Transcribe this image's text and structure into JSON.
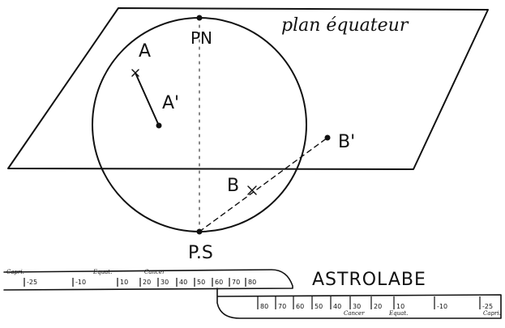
{
  "labels": {
    "plane": "plan équateur",
    "north_pole": "PN",
    "south_pole": "P.S",
    "point_a": "A",
    "point_a_proj": "A'",
    "point_b": "B",
    "point_b_proj": "B'",
    "instrument": "ASTROLABE"
  },
  "ruler_top": {
    "ticks": [
      "-25",
      "-10",
      "10",
      "20",
      "30",
      "40",
      "50",
      "60",
      "70",
      "80"
    ],
    "marks": [
      "Capri.",
      "Equat.",
      "Cancer"
    ]
  },
  "ruler_bottom": {
    "ticks": [
      "80",
      "70",
      "60",
      "50",
      "40",
      "30",
      "20",
      "10",
      "-10",
      "-25"
    ],
    "marks": [
      "Cancer",
      "Equat.",
      "Capri."
    ]
  },
  "colors": {
    "ink": "#111111",
    "background": "#ffffff"
  }
}
